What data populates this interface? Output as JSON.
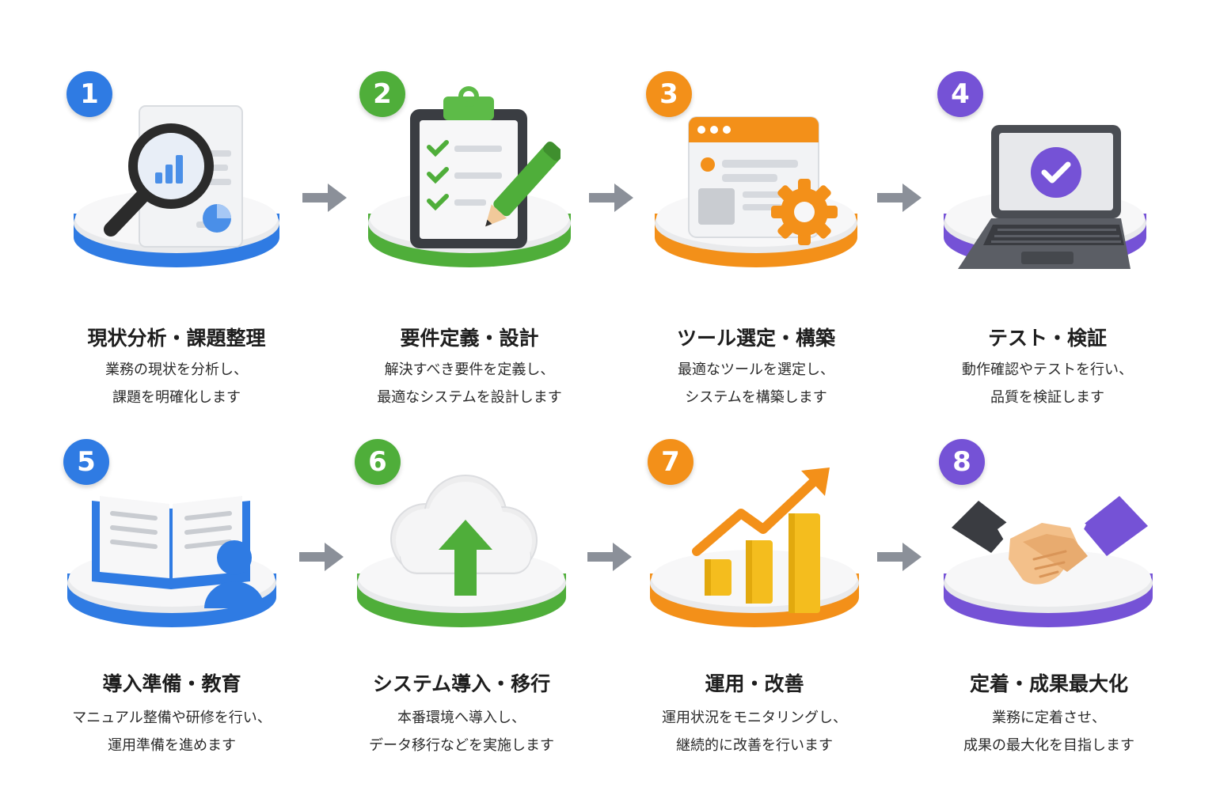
{
  "colors": {
    "blue": "#2f7be3",
    "green": "#4fae3a",
    "orange": "#f39019",
    "purple": "#7552d6",
    "arrow": "#8b9099"
  },
  "steps": [
    {
      "number": "1",
      "title": "現状分析・課題整理",
      "desc_line1": "業務の現状を分析し、",
      "desc_line2": "課題を明確化します",
      "icon": "magnifier-report-icon"
    },
    {
      "number": "2",
      "title": "要件定義・設計",
      "desc_line1": "解決すべき要件を定義し、",
      "desc_line2": "最適なシステムを設計します",
      "icon": "clipboard-checklist-icon"
    },
    {
      "number": "3",
      "title": "ツール選定・構築",
      "desc_line1": "最適なツールを選定し、",
      "desc_line2": "システムを構築します",
      "icon": "browser-gear-icon"
    },
    {
      "number": "4",
      "title": "テスト・検証",
      "desc_line1": "動作確認やテストを行い、",
      "desc_line2": "品質を検証します",
      "icon": "laptop-check-icon"
    },
    {
      "number": "5",
      "title": "導入準備・教育",
      "desc_line1": "マニュアル整備や研修を行い、",
      "desc_line2": "運用準備を進めます",
      "icon": "book-person-icon"
    },
    {
      "number": "6",
      "title": "システム導入・移行",
      "desc_line1": "本番環境へ導入し、",
      "desc_line2": "データ移行などを実施します",
      "icon": "cloud-upload-icon"
    },
    {
      "number": "7",
      "title": "運用・改善",
      "desc_line1": "運用状況をモニタリングし、",
      "desc_line2": "継続的に改善を行います",
      "icon": "growth-chart-icon"
    },
    {
      "number": "8",
      "title": "定着・成果最大化",
      "desc_line1": "業務に定着させ、",
      "desc_line2": "成果の最大化を目指します",
      "icon": "handshake-icon"
    }
  ]
}
